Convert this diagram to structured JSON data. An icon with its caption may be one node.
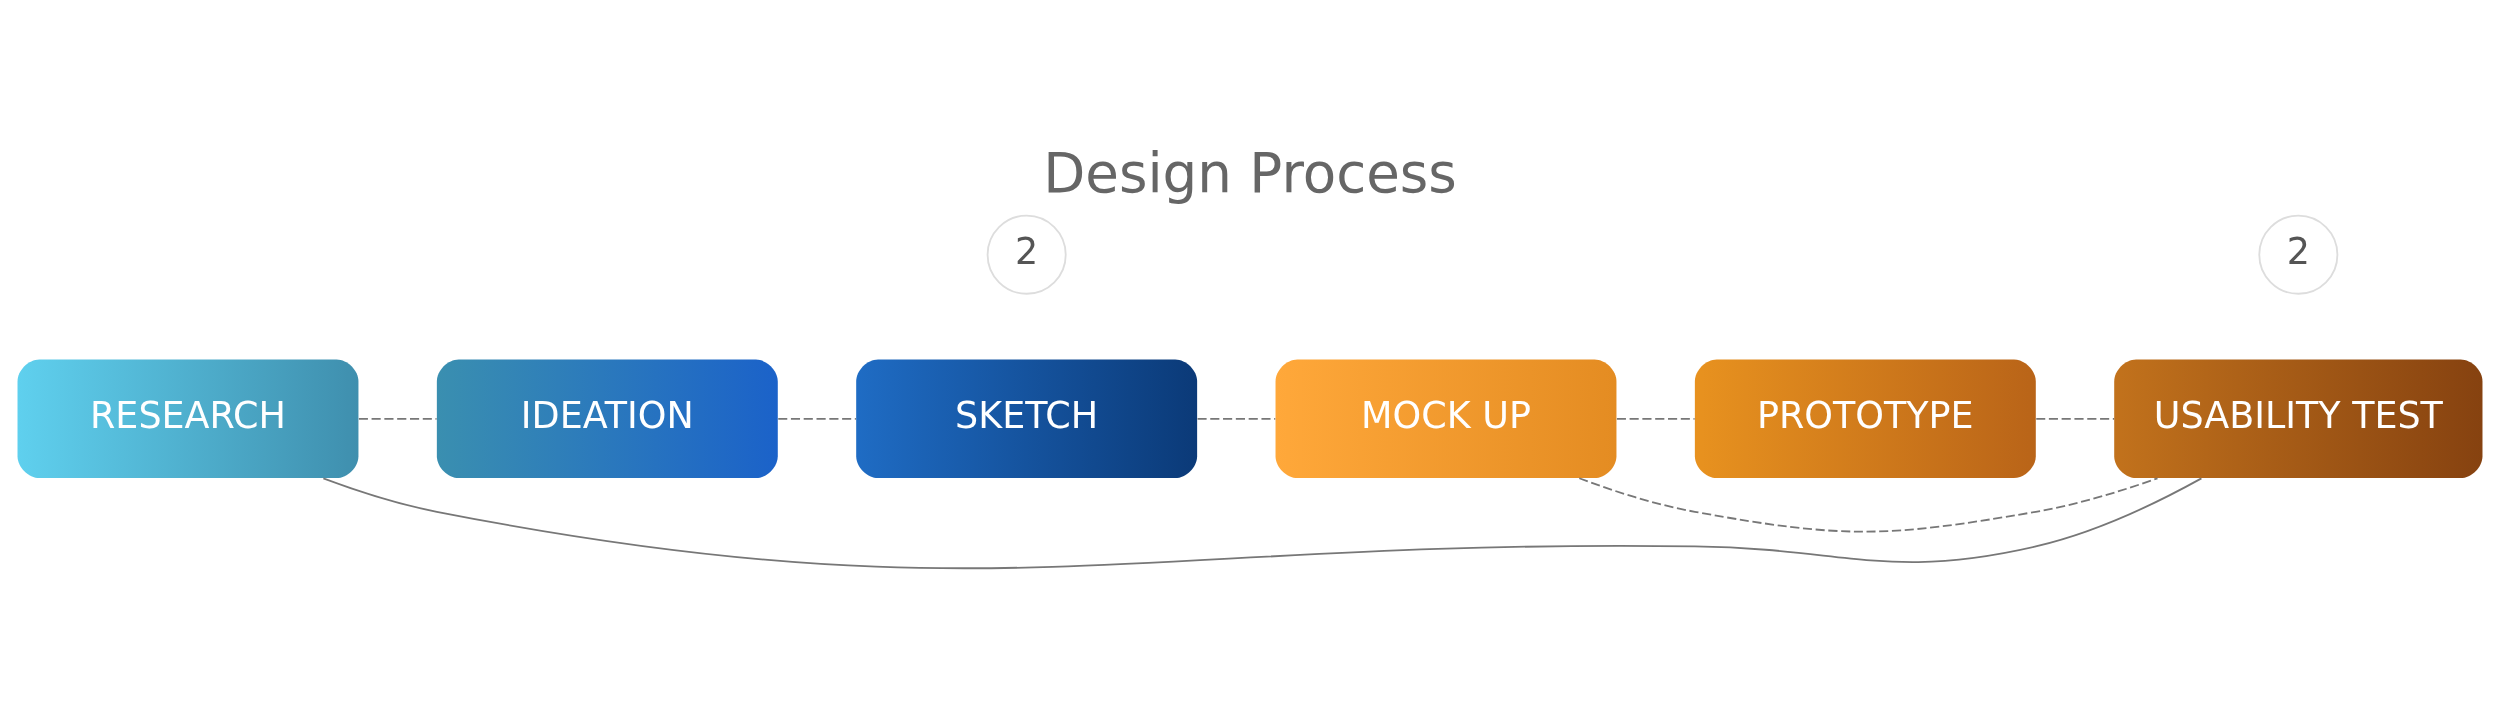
{
  "diagram": {
    "title": "Design Process",
    "nodes": [
      {
        "text": [
          "RESEARCH"
        ]
      },
      {
        "text": [
          "IDEATION"
        ]
      },
      {
        "text": [
          "SKETCH"
        ]
      },
      {
        "text": [
          "2"
        ]
      },
      {
        "text": [
          "MOCK UP"
        ]
      },
      {
        "text": [
          "PROTOTYPE"
        ]
      },
      {
        "text": [
          "USABILITY TEST"
        ]
      },
      {
        "text": [
          "2"
        ]
      }
    ],
    "edges": [
      {
        "from": 0,
        "to": 1,
        "arrow": "none",
        "style": "dashed"
      },
      {
        "from": 1,
        "to": 2,
        "arrow": "none",
        "style": "dashed"
      },
      {
        "from": 2,
        "to": 4,
        "arrow": "none",
        "style": "dashed"
      },
      {
        "from": 4,
        "to": 5,
        "arrow": "none",
        "style": "dashed"
      },
      {
        "from": 5,
        "to": 6,
        "arrow": "none",
        "style": "dashed"
      },
      {
        "from": 0,
        "to": 6,
        "arrow": "none"
      },
      {
        "from": 4,
        "to": 6,
        "arrow": "none",
        "style": "dashed"
      }
    ]
  }
}
